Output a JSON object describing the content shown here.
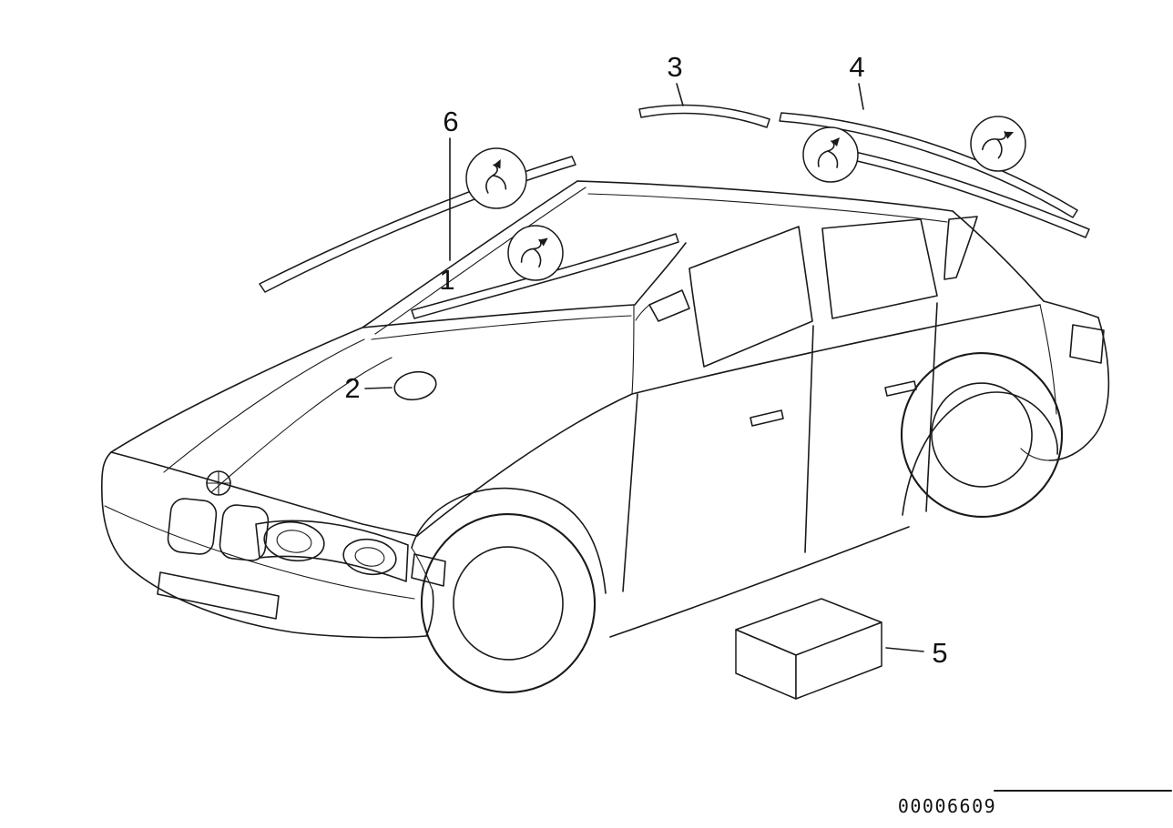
{
  "diagram": {
    "number": "00006609",
    "callouts": [
      {
        "label": "1"
      },
      {
        "label": "2"
      },
      {
        "label": "3"
      },
      {
        "label": "4"
      },
      {
        "label": "5"
      },
      {
        "label": "6"
      }
    ],
    "icons": [
      {
        "name": "fastener-clip-icon"
      },
      {
        "name": "fastener-clip-icon"
      },
      {
        "name": "fastener-clip-icon"
      },
      {
        "name": "fastener-clip-icon"
      }
    ],
    "colors": {
      "line": "#1a1a1a",
      "background": "#ffffff"
    }
  }
}
